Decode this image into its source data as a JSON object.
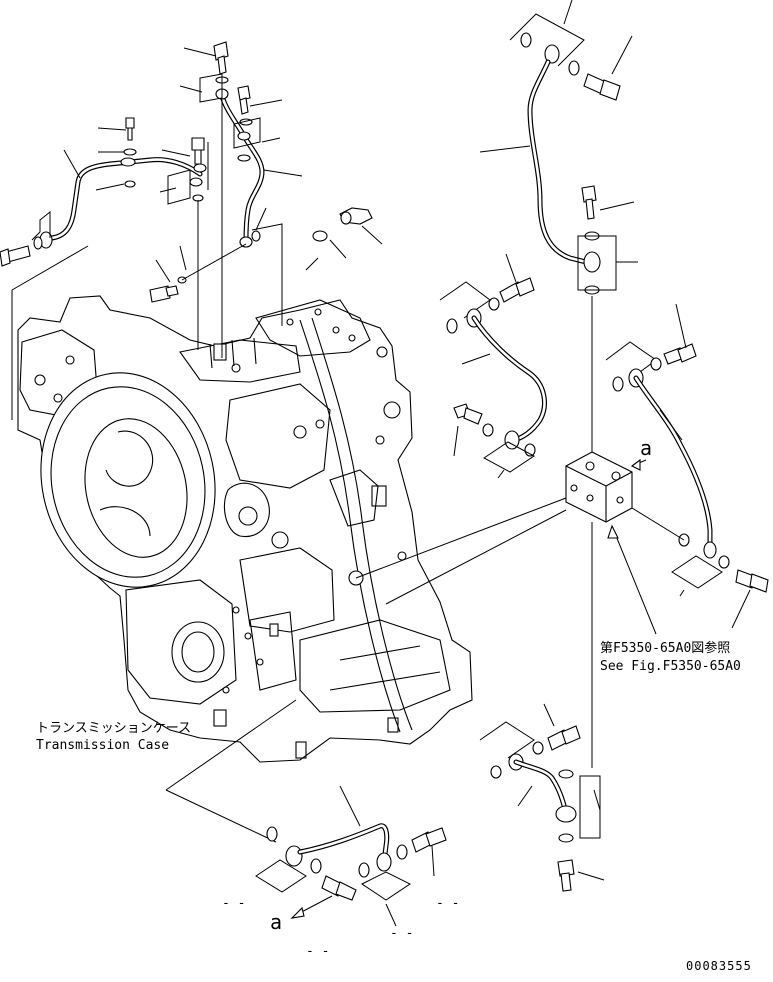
{
  "case_label": {
    "jp": "トランスミッションケース",
    "en": "Transmission Case"
  },
  "see_figure": {
    "jp": "第F5350-65A0図参照",
    "en": "See Fig.F5350-65A0"
  },
  "view_marker": "a",
  "dash_labels": [
    "- -",
    "- -",
    "- -",
    "- -"
  ],
  "drawing_number": "00083555"
}
